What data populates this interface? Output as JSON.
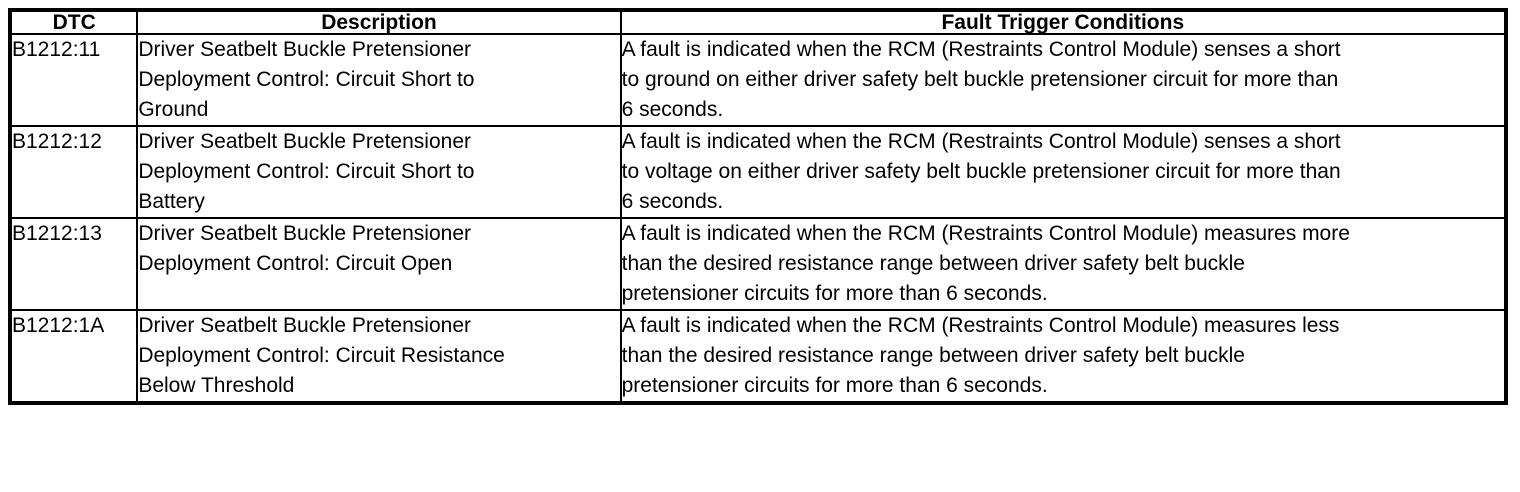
{
  "table": {
    "columns": [
      {
        "key": "dtc",
        "label": "DTC"
      },
      {
        "key": "desc",
        "label": "Description"
      },
      {
        "key": "cond",
        "label": "Fault Trigger Conditions"
      }
    ],
    "rows": [
      {
        "dtc": "B1212:11",
        "description": "Driver Seatbelt Buckle Pretensioner Deployment Control: Circuit Short to Ground",
        "description_lines": [
          "Driver Seatbelt Buckle Pretensioner",
          "Deployment Control: Circuit Short to",
          "Ground"
        ],
        "conditions": "A fault is indicated when the RCM (Restraints Control Module) senses a short to ground on either driver safety belt buckle pretensioner circuit for more than 6 seconds.",
        "conditions_lines": [
          "A fault is indicated when the RCM (Restraints Control Module) senses a short",
          "to ground on either driver safety belt buckle pretensioner circuit for more than",
          "6 seconds."
        ]
      },
      {
        "dtc": "B1212:12",
        "description": "Driver Seatbelt Buckle Pretensioner Deployment Control: Circuit Short to Battery",
        "description_lines": [
          "Driver Seatbelt Buckle Pretensioner",
          "Deployment Control: Circuit Short to",
          "Battery"
        ],
        "conditions": "A fault is indicated when the RCM (Restraints Control Module) senses a short to voltage on either driver safety belt buckle pretensioner circuit for more than 6 seconds.",
        "conditions_lines": [
          "A fault is indicated when the RCM (Restraints Control Module) senses a short",
          "to voltage on either driver safety belt buckle pretensioner circuit for more than",
          "6 seconds."
        ]
      },
      {
        "dtc": "B1212:13",
        "description": "Driver Seatbelt Buckle Pretensioner Deployment Control: Circuit Open",
        "description_lines": [
          "Driver Seatbelt Buckle Pretensioner",
          "Deployment Control: Circuit Open"
        ],
        "conditions": "A fault is indicated when the RCM (Restraints Control Module) measures more than the desired resistance range between driver safety belt buckle pretensioner circuits for more than 6 seconds.",
        "conditions_lines": [
          "A fault is indicated when the RCM (Restraints Control Module) measures more",
          "than the desired resistance range between driver safety belt buckle",
          "pretensioner circuits for more than 6 seconds."
        ]
      },
      {
        "dtc": "B1212:1A",
        "description": "Driver Seatbelt Buckle Pretensioner Deployment Control: Circuit Resistance Below Threshold",
        "description_lines": [
          "Driver Seatbelt Buckle Pretensioner",
          "Deployment Control: Circuit Resistance",
          "Below Threshold"
        ],
        "conditions": "A fault is indicated when the RCM (Restraints Control Module) measures less than the desired resistance range between driver safety belt buckle pretensioner circuits for more than 6 seconds.",
        "conditions_lines": [
          "A fault is indicated when the RCM (Restraints Control Module) measures less",
          "than the desired resistance range between driver safety belt buckle",
          "pretensioner circuits for more than 6 seconds."
        ]
      }
    ]
  },
  "colors": {
    "border": "#000000",
    "text": "#000000",
    "background": "#ffffff"
  }
}
